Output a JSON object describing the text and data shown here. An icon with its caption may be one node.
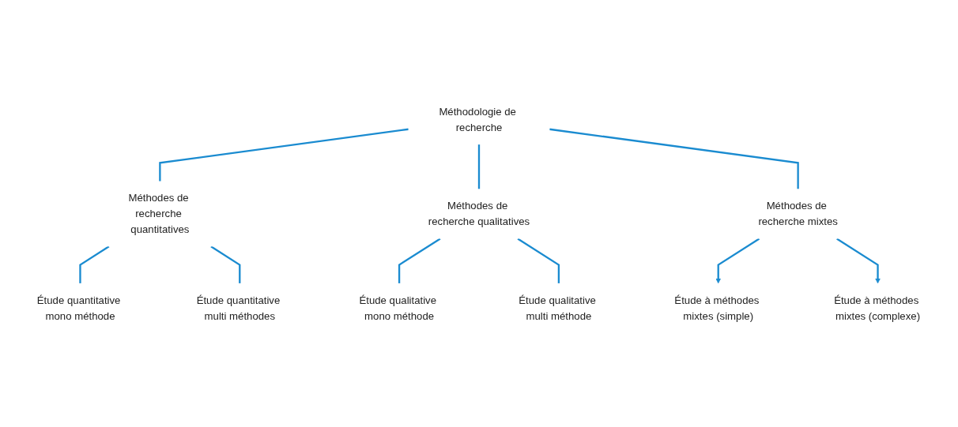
{
  "diagram": {
    "nodes": [
      {
        "text": [
          "Méthodologie de recherche"
        ]
      },
      {
        "text": [
          "Méthodes de recherche quantitatives"
        ]
      },
      {
        "text": [
          "Méthodes de recherche qualitatives"
        ]
      },
      {
        "text": [
          "Méthodes de recherche mixtes"
        ]
      },
      {
        "text": [
          "Étude quantitative mono méthode"
        ]
      },
      {
        "text": [
          "Étude quantitative multi méthodes"
        ]
      },
      {
        "text": [
          "Étude qualitative mono méthode"
        ]
      },
      {
        "text": [
          "Étude qualitative multi méthode"
        ]
      },
      {
        "text": [
          "Étude à méthodes mixtes (simple)"
        ]
      },
      {
        "text": [
          "Étude à méthodes mixtes (complexe)"
        ]
      }
    ],
    "edges": [
      {
        "from": 0,
        "to": 1,
        "arrow": "none"
      },
      {
        "from": 0,
        "to": 2,
        "arrow": "none"
      },
      {
        "from": 0,
        "to": 3,
        "arrow": "none"
      },
      {
        "from": 1,
        "to": 4,
        "arrow": "none"
      },
      {
        "from": 1,
        "to": 5,
        "arrow": "none"
      },
      {
        "from": 2,
        "to": 6,
        "arrow": "none"
      },
      {
        "from": 2,
        "to": 7,
        "arrow": "none"
      },
      {
        "from": 3,
        "to": 8,
        "arrow": "to"
      },
      {
        "from": 3,
        "to": 9,
        "arrow": "to"
      }
    ]
  }
}
